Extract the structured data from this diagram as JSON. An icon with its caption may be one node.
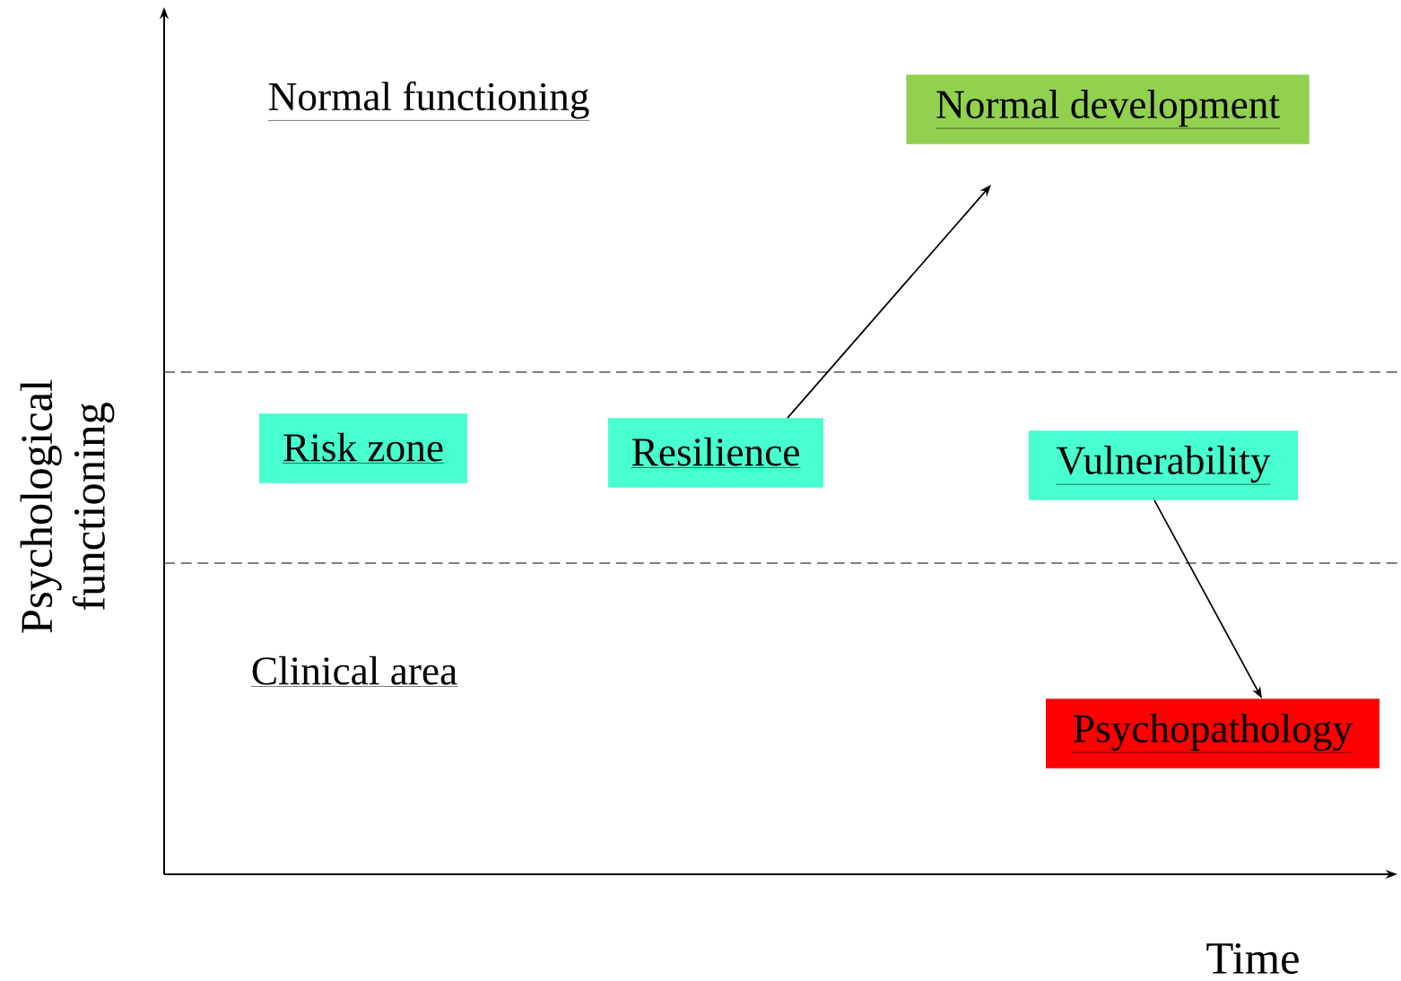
{
  "diagram": {
    "nodes": [
      {
        "text": [
          "Normal development"
        ]
      },
      {
        "text": [
          "Risk zone"
        ]
      },
      {
        "text": [
          "Resilience"
        ]
      },
      {
        "text": [
          "Vulnerability"
        ]
      },
      {
        "text": [
          "Psychopathology"
        ]
      }
    ],
    "edges": [
      {
        "from": 2,
        "to": 0,
        "arrow": "to"
      },
      {
        "from": 3,
        "to": 4,
        "arrow": "to"
      }
    ],
    "labels": [
      "Normal functioning",
      "Clinical area",
      "Psychological functioning",
      "Time"
    ]
  }
}
